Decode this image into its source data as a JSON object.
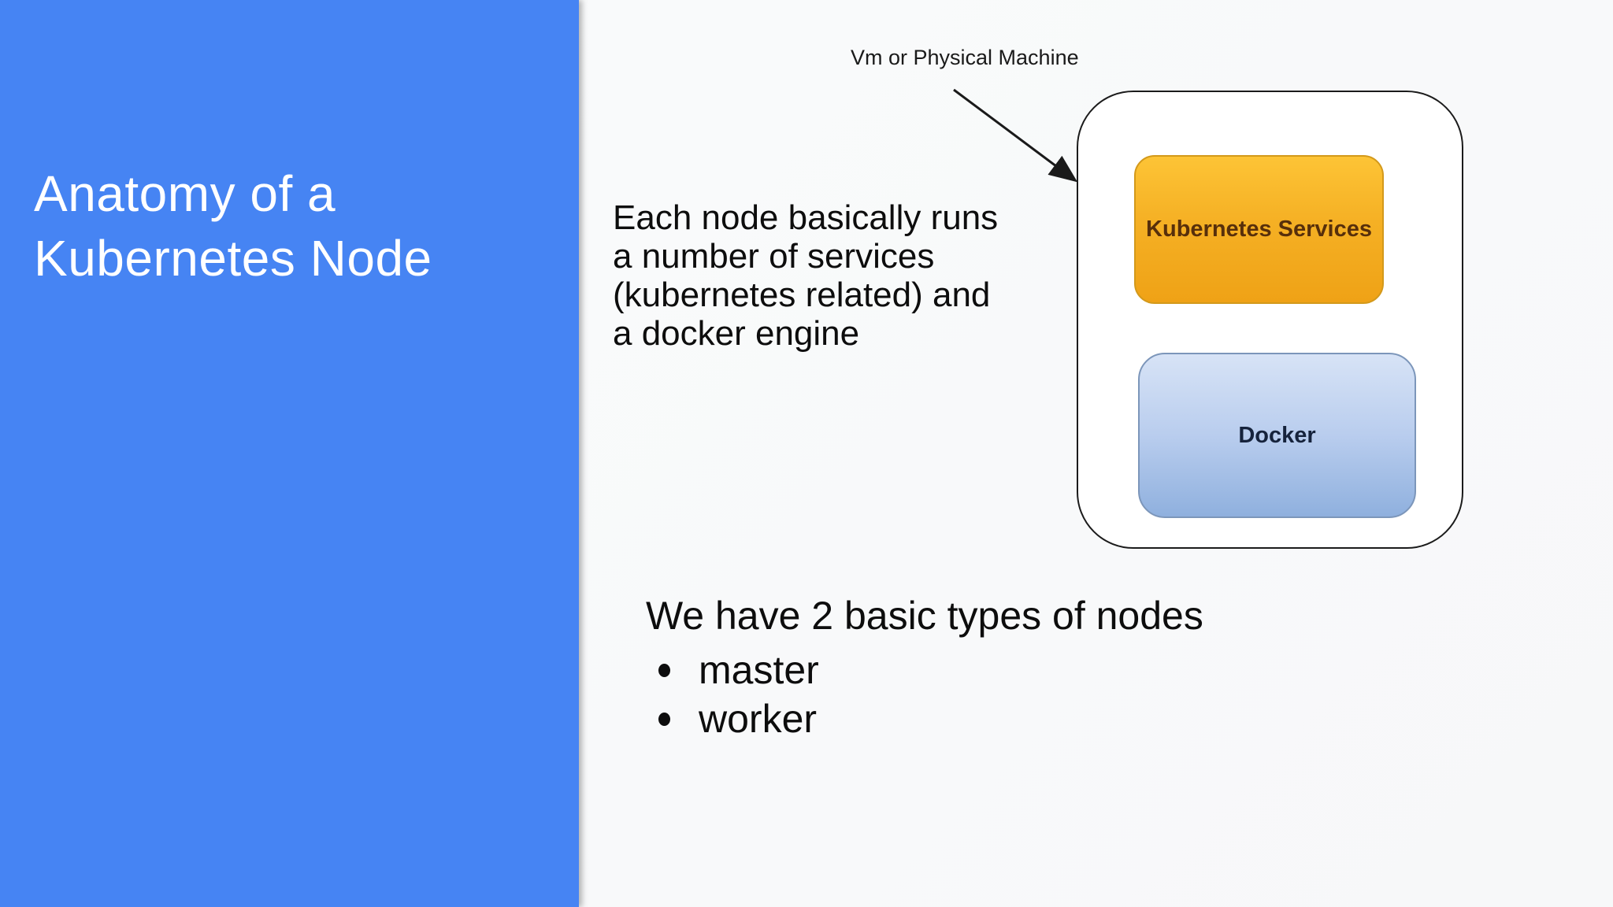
{
  "slide": {
    "title_lines": [
      "Anatomy of a",
      "Kubernetes Node"
    ],
    "description_lines": [
      "Each node basically runs",
      "a number of services",
      "(kubernetes related) and",
      "a docker engine"
    ]
  },
  "diagram": {
    "machine_label": "Vm or Physical Machine",
    "container": "vm-or-physical-machine-container",
    "boxes": [
      {
        "label": "Kubernetes Services"
      },
      {
        "label": "Docker"
      }
    ]
  },
  "nodes_section": {
    "heading": "We have 2 basic types of nodes",
    "bullets": [
      "master",
      "worker"
    ]
  },
  "colors": {
    "panel_blue": "#4684f3",
    "background": "#f8f9fa",
    "k8s_box_top": "#fdc436",
    "k8s_box_bottom": "#efa216",
    "k8s_border": "#d3991b",
    "k8s_text": "#572f0b",
    "docker_box_top": "#d7e3f6",
    "docker_box_bottom": "#8fb0de",
    "docker_border": "#7c96ba",
    "docker_text": "#16233c",
    "title_text": "#ffffff",
    "body_text": "#0d0d0d"
  }
}
